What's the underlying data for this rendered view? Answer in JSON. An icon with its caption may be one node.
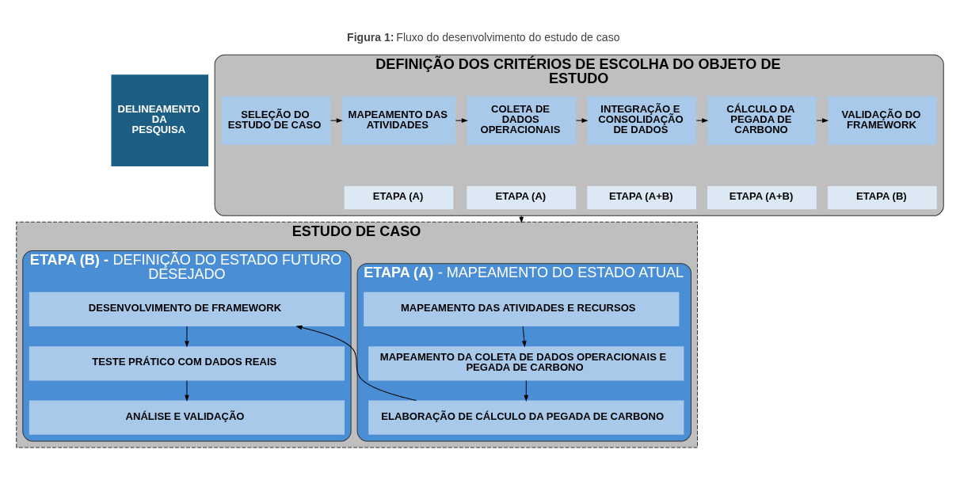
{
  "diagram": {
    "title": "**Figura 1:** Fluxo do desenvolvimento do estudo de caso",
    "nodes": [
      {
        "text": [
          "DELINEAMENTO DA PESQUISA"
        ]
      },
      {
        "text": [
          "DEFINIÇÃO DOS CRITÉRIOS DE ESCOLHA DO OBJETO DE ESTUDO"
        ]
      },
      {
        "text": [
          "SELEÇÃO DO ESTUDO DE CASO"
        ],
        "in": 1
      },
      {
        "text": [
          "MAPEAMENTO DAS ATIVIDADES"
        ],
        "in": 1
      },
      {
        "text": [
          "ETAPA (A)"
        ],
        "in": 1
      },
      {
        "text": [
          "COLETA DE DADOS OPERACIONAIS"
        ],
        "in": 1
      },
      {
        "text": [
          "ETAPA (A)"
        ],
        "in": 1
      },
      {
        "text": [
          "INTEGRAÇÃO E CONSOLIDAÇÃO DE DADOS"
        ],
        "in": 1
      },
      {
        "text": [
          "ETAPA (A+B)"
        ],
        "in": 1
      },
      {
        "text": [
          "CÁLCULO DA PEGADA DE CARBONO"
        ],
        "in": 1
      },
      {
        "text": [
          "ETAPA (A+B)"
        ],
        "in": 1
      },
      {
        "text": [
          "VALIDAÇÃO DO FRAMEWORK"
        ],
        "in": 1
      },
      {
        "text": [
          "ETAPA (B)"
        ],
        "in": 1
      },
      {
        "text": [
          "ESTUDO DE CASO"
        ]
      },
      {
        "text": [
          "**ETAPA (A)** - MAPEAMENTO DO ESTADO ATUAL"
        ],
        "in": 13
      },
      {
        "text": [
          "MAPEAMENTO DAS ATIVIDADES E RECURSOS"
        ],
        "in": 14
      },
      {
        "text": [
          "MAPEAMENTO DA COLETA DE DADOS OPERACIONAIS E PEGADA DE CARBONO"
        ],
        "in": 14
      },
      {
        "text": [
          "ELABORAÇÃO DE CÁLCULO DA PEGADA DE CARBONO"
        ],
        "in": 14
      },
      {
        "text": [
          "**ETAPA (B) -** DEFINIÇÃO DO ESTADO FUTURO DESEJADO"
        ],
        "in": 13
      },
      {
        "text": [
          "DESENVOLVIMENTO DE FRAMEWORK"
        ],
        "in": 18
      },
      {
        "text": [
          "TESTE PRÁTICO COM DADOS REAIS"
        ],
        "in": 18
      },
      {
        "text": [
          "ANÁLISE E VALIDAÇÃO"
        ],
        "in": 18
      }
    ],
    "edges": [
      {
        "from": 2,
        "to": 3,
        "arrow": "to"
      },
      {
        "from": 3,
        "to": 5,
        "arrow": "to"
      },
      {
        "from": 5,
        "to": 7,
        "arrow": "to"
      },
      {
        "from": 7,
        "to": 9,
        "arrow": "to"
      },
      {
        "from": 9,
        "to": 11,
        "arrow": "to"
      },
      {
        "from": 1,
        "to": 13,
        "arrow": "to"
      },
      {
        "from": 15,
        "to": 16,
        "arrow": "to"
      },
      {
        "from": 16,
        "to": 17,
        "arrow": "to"
      },
      {
        "from": 17,
        "to": 19,
        "arrow": "to"
      },
      {
        "from": 19,
        "to": 20,
        "arrow": "to"
      },
      {
        "from": 20,
        "to": 21,
        "arrow": "to"
      }
    ]
  }
}
